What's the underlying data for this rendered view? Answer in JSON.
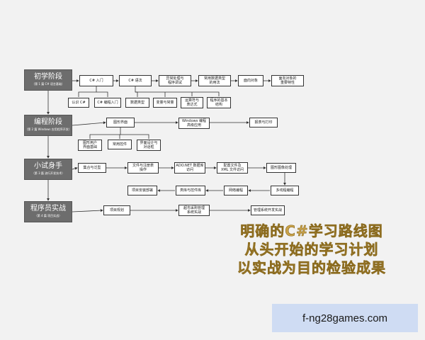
{
  "stages": [
    {
      "id": "s1",
      "title": "初学阶段",
      "subtitle": "（第 1 篇 C# 语言基础）"
    },
    {
      "id": "s2",
      "title": "编程阶段",
      "subtitle": "（第 2 篇 Windows 应用程序开发）"
    },
    {
      "id": "s3",
      "title": "小试身手",
      "subtitle": "（第 3 篇 流行开发技术）"
    },
    {
      "id": "s4",
      "title": "程序员实战",
      "subtitle": "（第 4 篇 项目实战）"
    }
  ],
  "nodes": [
    {
      "id": "n1",
      "label": "C# 入门"
    },
    {
      "id": "n2",
      "label": "C# 语法"
    },
    {
      "id": "n3",
      "label": "异常处理与\n程序调试"
    },
    {
      "id": "n4",
      "label": "常用数据类型\n的用法"
    },
    {
      "id": "n5",
      "label": "面向对象"
    },
    {
      "id": "n6",
      "label": "面向对象的\n重要特性"
    },
    {
      "id": "n7",
      "label": "认识 C#"
    },
    {
      "id": "n8",
      "label": "C# 编程入门"
    },
    {
      "id": "n9",
      "label": "数据类型"
    },
    {
      "id": "n10",
      "label": "变量与常量"
    },
    {
      "id": "n11",
      "label": "运算符与\n表达式"
    },
    {
      "id": "n12",
      "label": "程序的基本\n结构"
    },
    {
      "id": "n13",
      "label": "图形界面"
    },
    {
      "id": "n14",
      "label": "Windows 编程\n高级应用"
    },
    {
      "id": "n15",
      "label": "报表与打印"
    },
    {
      "id": "n16",
      "label": "图形用户\n界面基础"
    },
    {
      "id": "n17",
      "label": "常用控件"
    },
    {
      "id": "n18",
      "label": "界面设计与\n对话框"
    },
    {
      "id": "n19",
      "label": "集合与泛型"
    },
    {
      "id": "n20",
      "label": "文件与注册表\n操作"
    },
    {
      "id": "n21",
      "label": "ADO.NET 数据库\n访问"
    },
    {
      "id": "n22",
      "label": "配置文件及\nXML 文件访问"
    },
    {
      "id": "n23",
      "label": "图形图像处理"
    },
    {
      "id": "n24",
      "label": "多线程编程"
    },
    {
      "id": "n25",
      "label": "网络编程"
    },
    {
      "id": "n26",
      "label": "类库与控件库"
    },
    {
      "id": "n27",
      "label": "项目安装部署"
    },
    {
      "id": "n28",
      "label": "项目规划"
    },
    {
      "id": "n29",
      "label": "超市采购管理\n系统实战"
    },
    {
      "id": "n30",
      "label": "管理系统开发实战"
    }
  ],
  "headline": [
    "明确的C#学习路线图",
    "从头开始的学习计划",
    "以实战为目的检验成果"
  ],
  "watermark": "f-ng28games.com",
  "colors": {
    "stage_fill": "#6d6d6d",
    "headline": "#c9a24a",
    "watermark_bg": "#cfdcf3"
  }
}
